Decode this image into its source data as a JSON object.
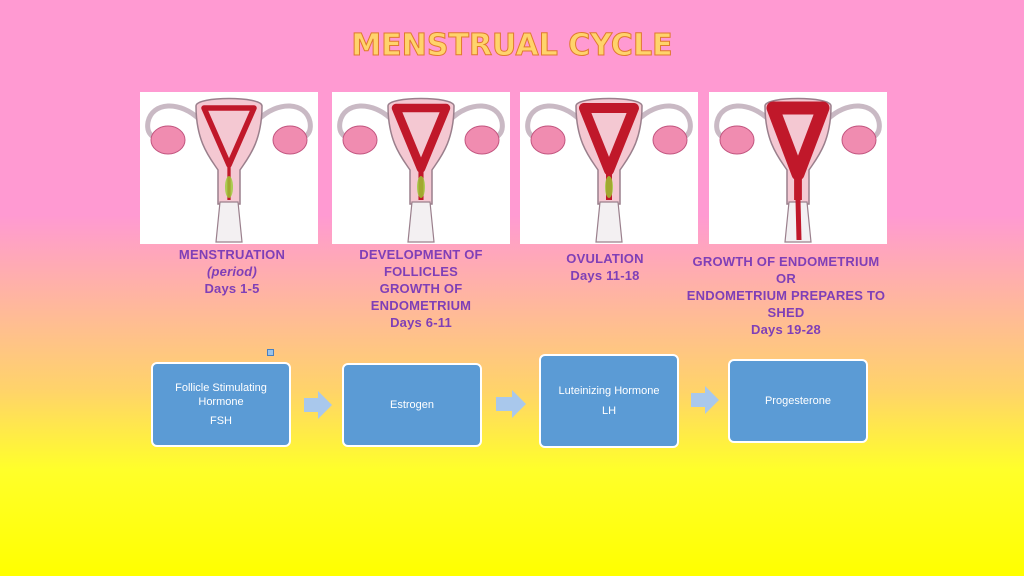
{
  "title": "MENSTRUAL CYCLE",
  "colors": {
    "caption": "#7f3fb7",
    "box_fill": "#5b9bd5",
    "arrow": "#a9c8ec",
    "uterus_tissue": "#f4c8d2",
    "endometrium": "#c0182a",
    "ovary": "#f08cb0"
  },
  "phases": [
    {
      "lines": [
        "MENSTRUATION",
        "(period)",
        "Days 1-5"
      ],
      "italic_line": 1,
      "lining": 0.25
    },
    {
      "lines": [
        "DEVELOPMENT OF",
        "FOLLICLES",
        "GROWTH OF",
        "ENDOMETRIUM",
        "Days 6-11"
      ],
      "lining": 0.55
    },
    {
      "lines": [
        "OVULATION",
        "Days  11-18"
      ],
      "lining": 0.7
    },
    {
      "lines": [
        "GROWTH  OF ENDOMETRIUM",
        "OR",
        "ENDOMETRIUM PREPARES TO",
        "SHED",
        "Days 19-28"
      ],
      "lining": 1.0
    }
  ],
  "hormones": [
    {
      "lines": [
        "Follicle Stimulating",
        "Hormone",
        "FSH"
      ]
    },
    {
      "lines": [
        "Estrogen"
      ]
    },
    {
      "lines": [
        "Luteinizing Hormone",
        "LH"
      ]
    },
    {
      "lines": [
        "Progesterone"
      ]
    }
  ]
}
